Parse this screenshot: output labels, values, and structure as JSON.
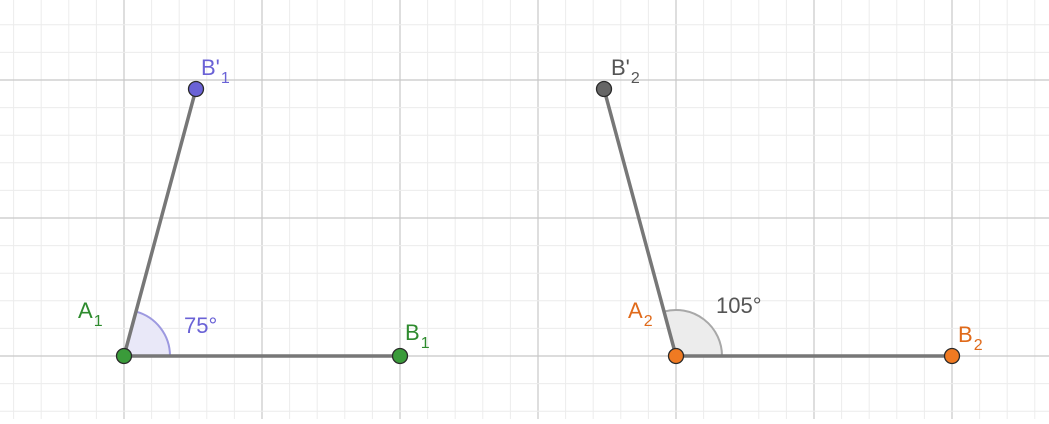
{
  "canvas": {
    "grid": true,
    "grid_color_minor": "#ececec",
    "grid_color_major": "#c8c8c8",
    "background": "#ffffff"
  },
  "figures": [
    {
      "segment_color": "#777777",
      "angle": {
        "label": "75°",
        "value_deg": 75,
        "fill": "#e9e8f8",
        "stroke": "#9d99e0",
        "label_color": "#6a62d6"
      },
      "points": {
        "vertex": {
          "name": "A",
          "sub": "1",
          "color": "#2e8b2e",
          "fill": "#3a9b3a"
        },
        "end": {
          "name": "B",
          "sub": "1",
          "color": "#2e8b2e",
          "fill": "#3a9b3a"
        },
        "rotated": {
          "name": "B'",
          "sub": "1",
          "color": "#6a62d6",
          "fill": "#6a62d6"
        }
      }
    },
    {
      "segment_color": "#777777",
      "angle": {
        "label": "105°",
        "value_deg": 105,
        "fill": "#ececec",
        "stroke": "#a8a8a8",
        "label_color": "#555555"
      },
      "points": {
        "vertex": {
          "name": "A",
          "sub": "2",
          "color": "#e06a1a",
          "fill": "#f07a22"
        },
        "end": {
          "name": "B",
          "sub": "2",
          "color": "#e06a1a",
          "fill": "#f07a22"
        },
        "rotated": {
          "name": "B'",
          "sub": "2",
          "color": "#555555",
          "fill": "#666666"
        }
      }
    }
  ]
}
